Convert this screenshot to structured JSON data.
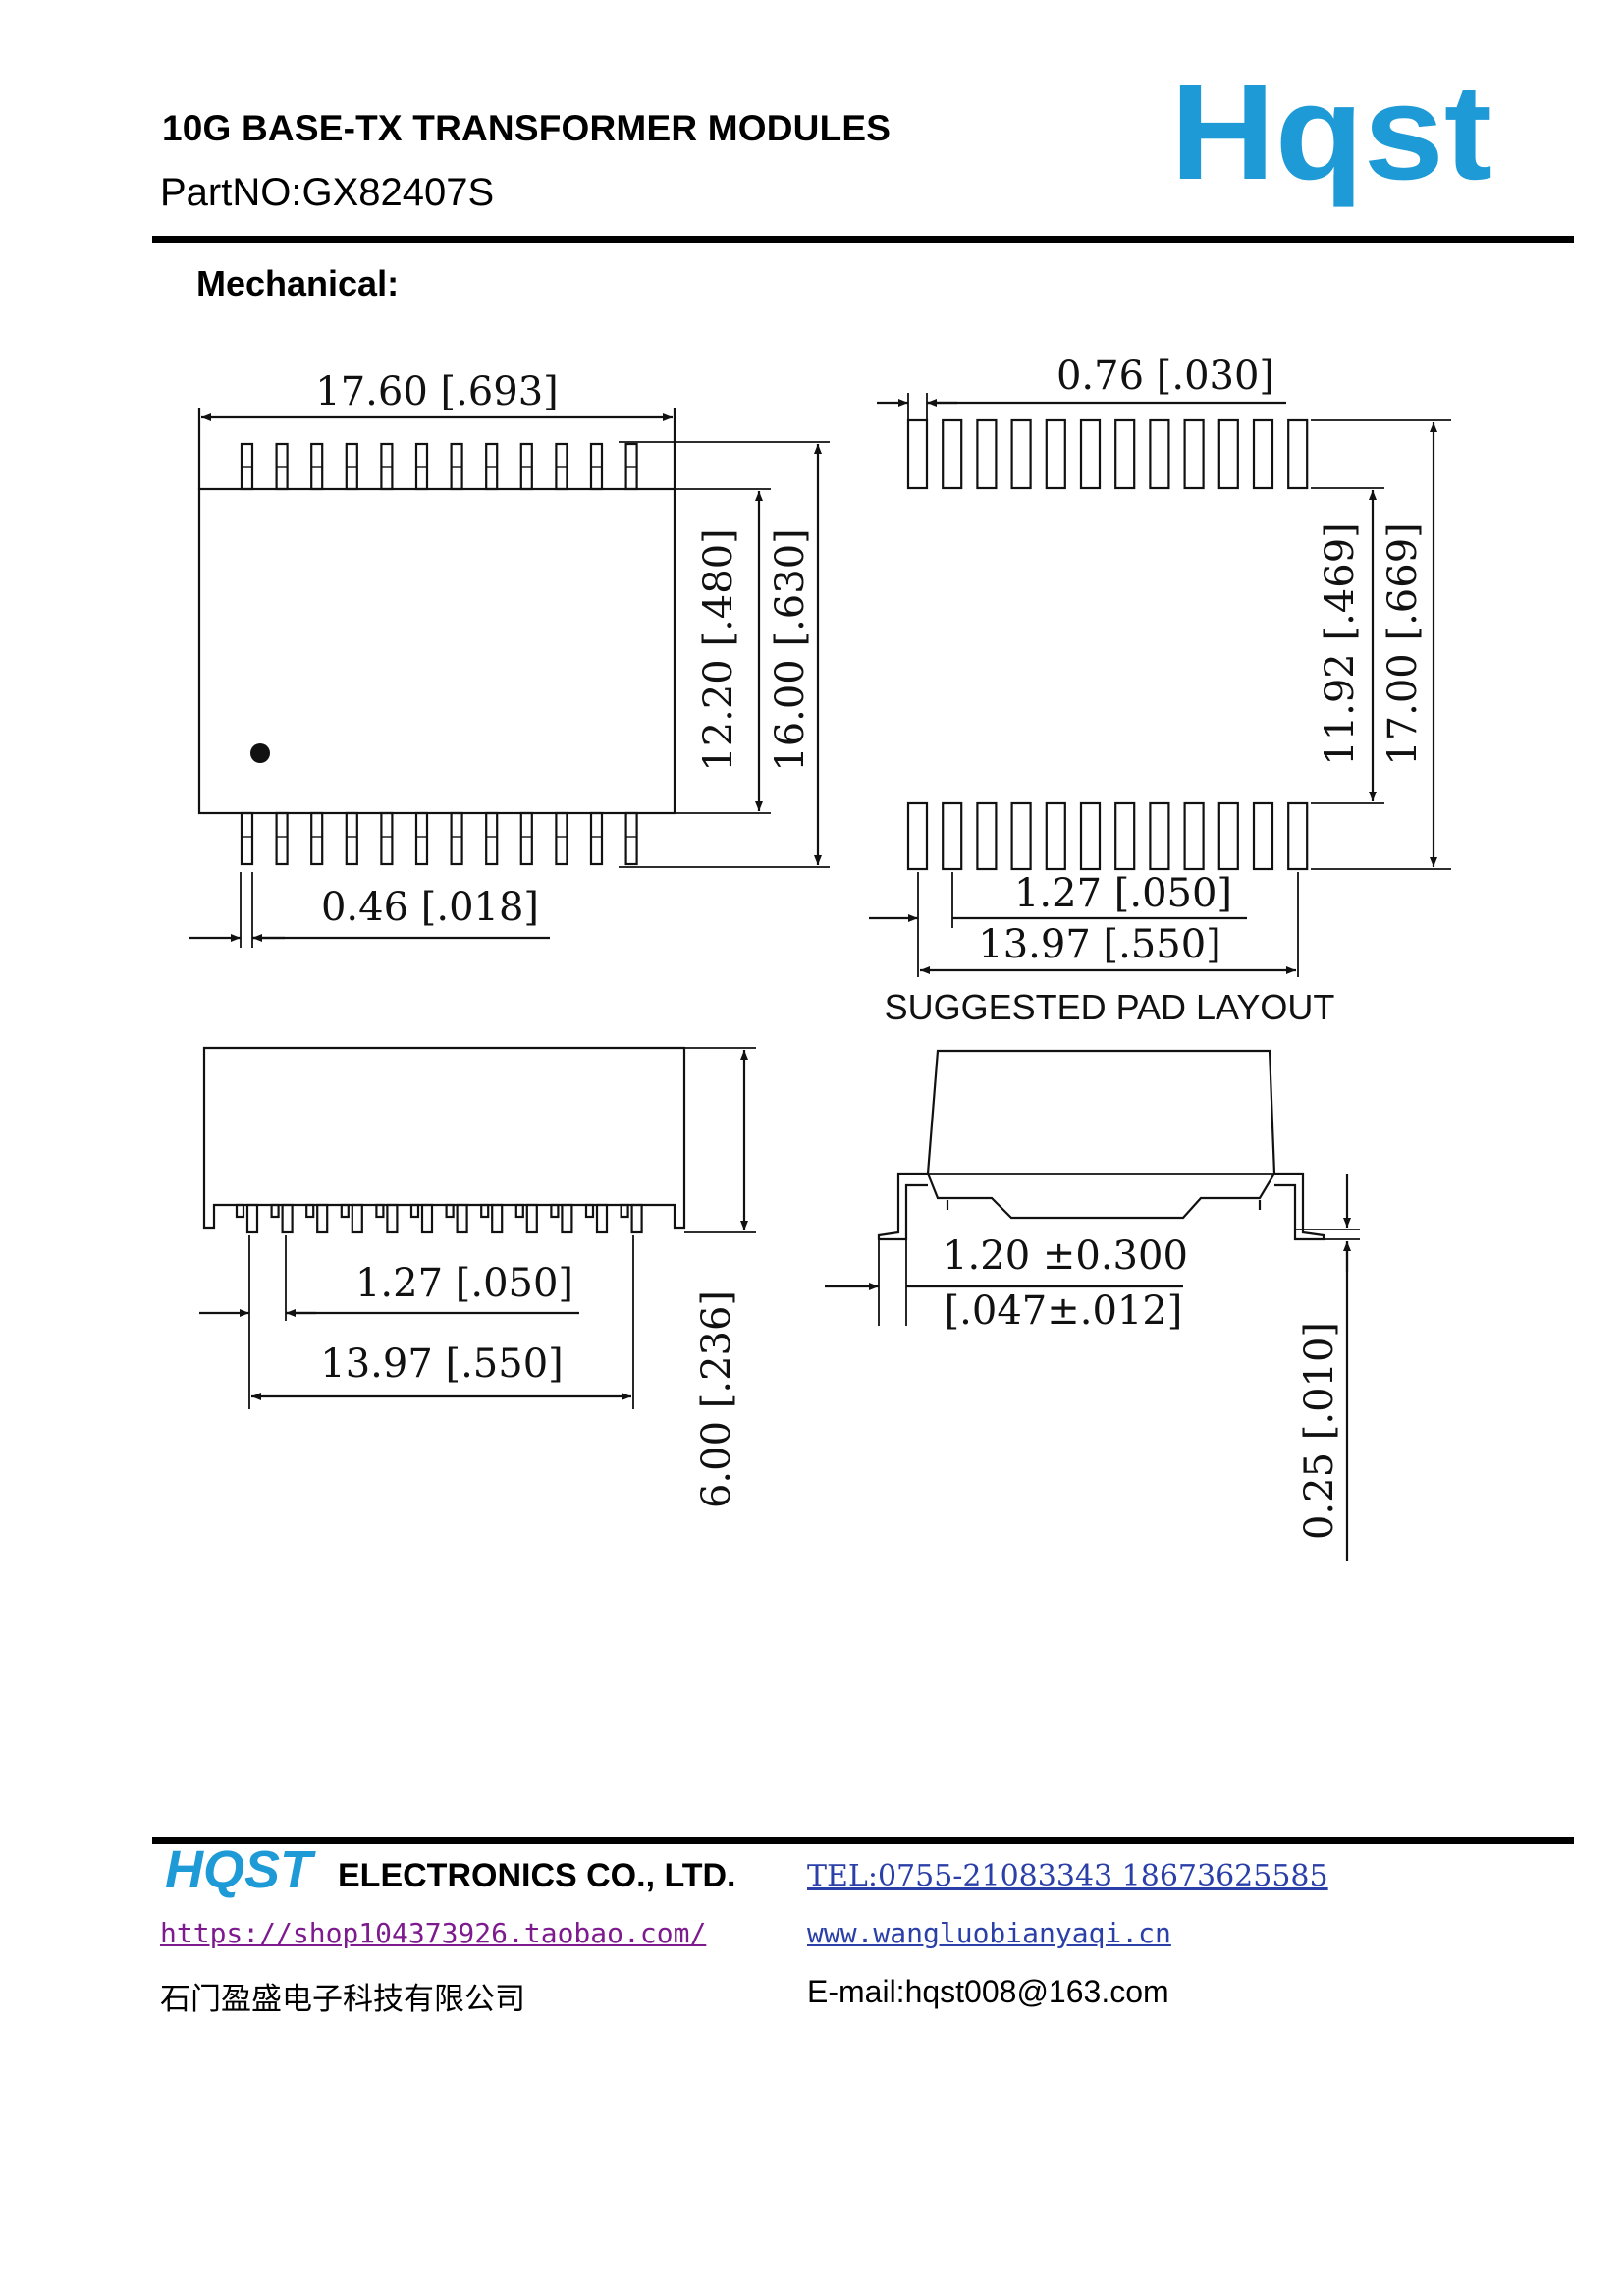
{
  "header": {
    "title": "10G BASE-TX TRANSFORMER MODULES",
    "part_no": "PartNO:GX82407S",
    "logo_text": "Hqst",
    "brand_color": "#1e9ad6"
  },
  "section_title": "Mechanical:",
  "dimensions": {
    "top_view": {
      "overall_width": "17.60 [.693]",
      "body_height": "12.20 [.480]",
      "overall_height": "16.00 [.630]",
      "pin_width": "0.46 [.018]"
    },
    "pad_layout": {
      "pad_width": "0.76 [.030]",
      "inner_span": "11.92 [.469]",
      "outer_span": "17.00 [.669]",
      "pitch": "1.27 [.050]",
      "row_length": "13.97 [.550]",
      "caption": "SUGGESTED PAD LAYOUT"
    },
    "side_view": {
      "pitch": "1.27 [.050]",
      "row_length": "13.97 [.550]",
      "height": "6.00 [.236]"
    },
    "end_view": {
      "lead_length": "1.20  ±0.300",
      "lead_length_in": "[.047±.012]",
      "standoff": "0.25 [.010]"
    }
  },
  "footer": {
    "brand": "HQST",
    "company": "ELECTRONICS CO., LTD.",
    "tel": "TEL:0755-21083343 18673625585 ",
    "shop_url": "https://shop104373926.taobao.com/",
    "website": "www.wangluobianyaqi.cn",
    "company_cn": "石门盈盛电子科技有限公司",
    "email": "E-mail:hqst008@163.com",
    "tel_color": "#2b3fa8",
    "shop_color": "#7d1a8e"
  }
}
